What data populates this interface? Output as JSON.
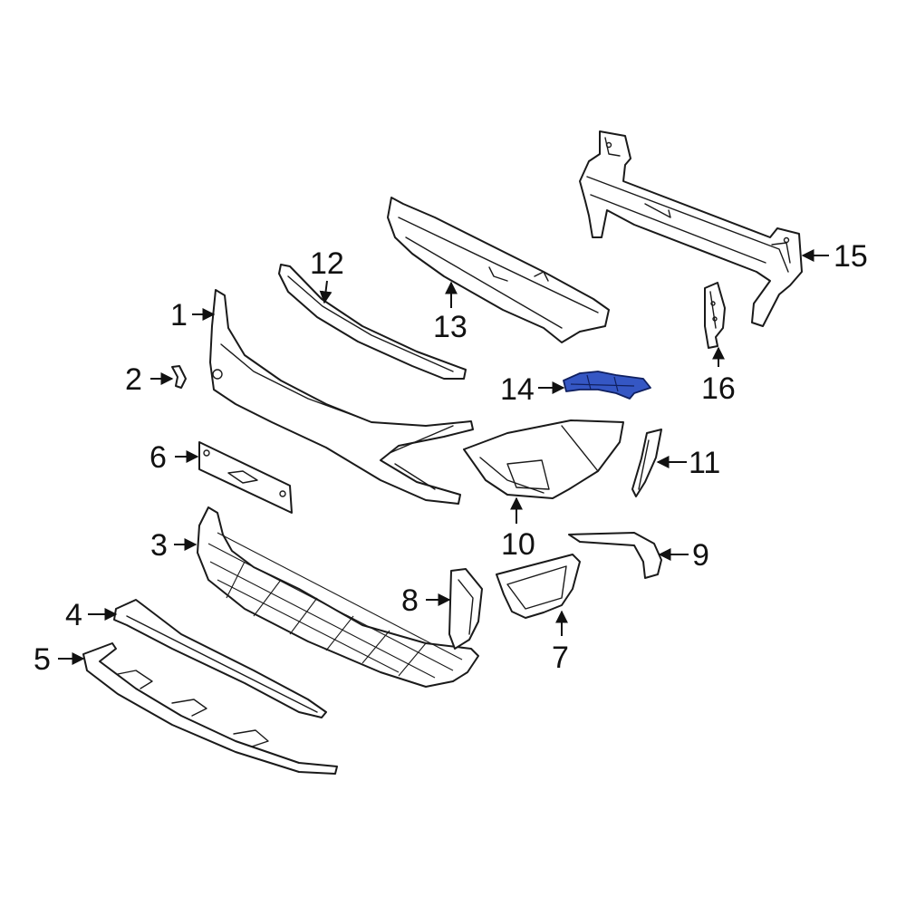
{
  "highlight_color": "#3557C4",
  "callouts": {
    "c1": "1",
    "c2": "2",
    "c3": "3",
    "c4": "4",
    "c5": "5",
    "c6": "6",
    "c7": "7",
    "c8": "8",
    "c9": "9",
    "c10": "10",
    "c11": "11",
    "c12": "12",
    "c13": "13",
    "c14": "14",
    "c15": "15",
    "c16": "16"
  },
  "highlighted_part": "14"
}
